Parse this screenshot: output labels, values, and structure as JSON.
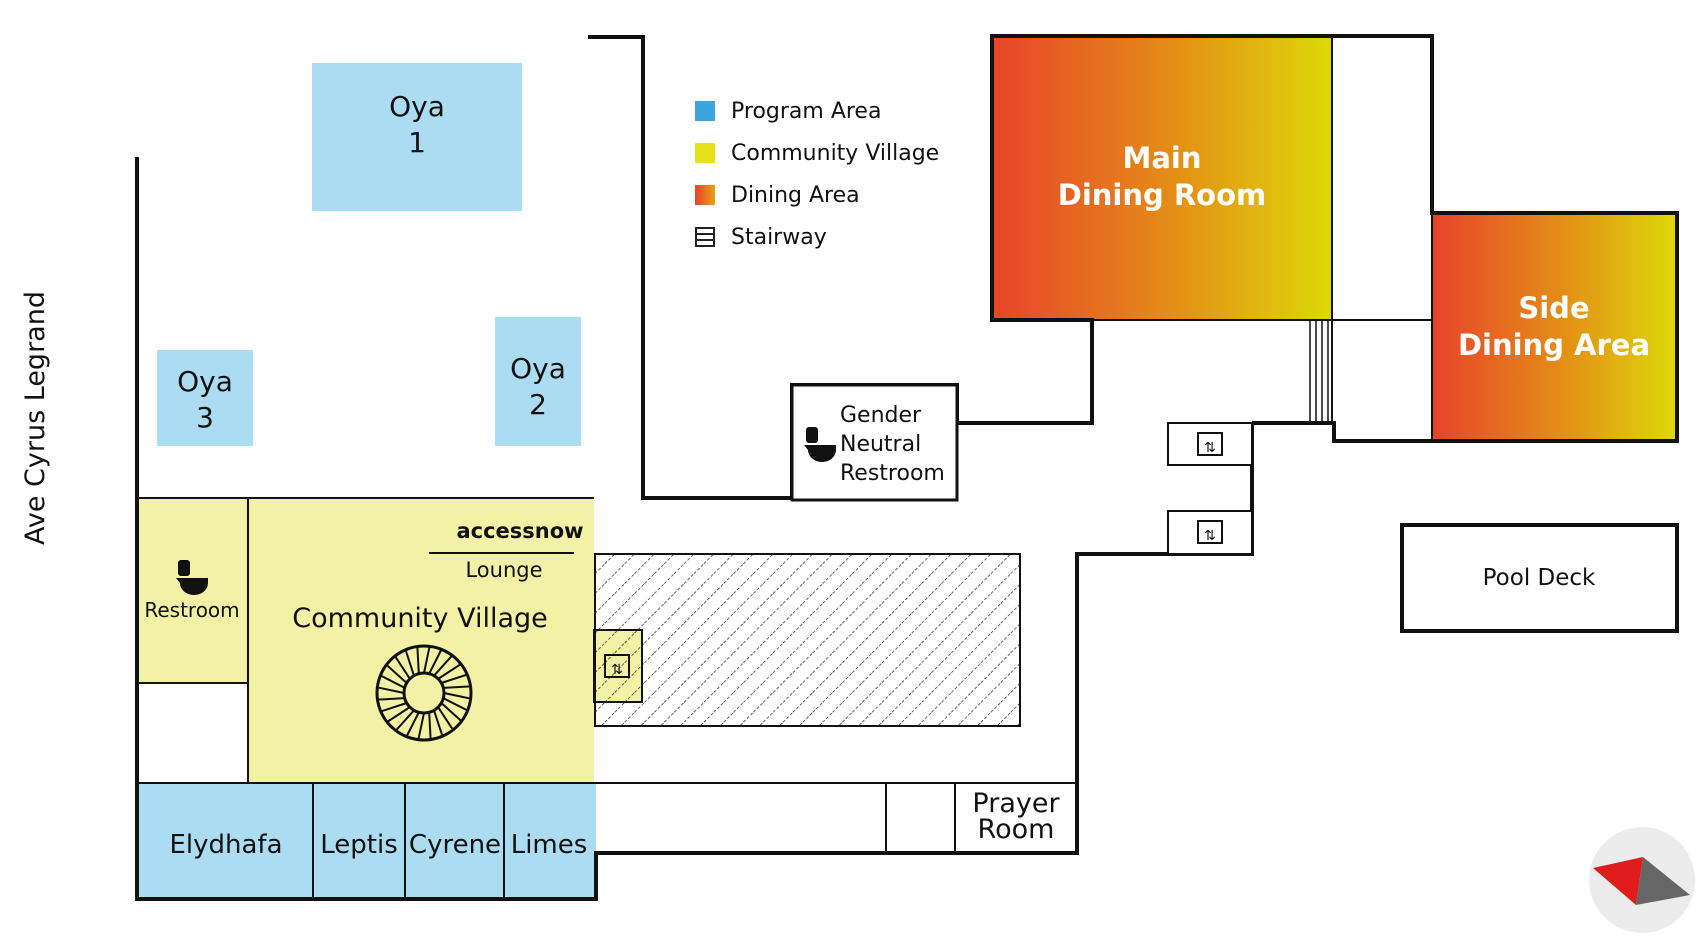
{
  "street_label": "Ave Cyrus Legrand",
  "legend": [
    {
      "label": "Program Area",
      "icon": "program-area-swatch",
      "color": "#3aa5de"
    },
    {
      "label": "Community Village",
      "icon": "community-village-swatch",
      "color": "#e6e21a"
    },
    {
      "label": "Dining Area",
      "icon": "dining-area-swatch",
      "color": "#e8432b"
    },
    {
      "label": "Stairway",
      "icon": "stairway-icon",
      "color": "#222222"
    }
  ],
  "rooms": {
    "oya1": [
      "Oya",
      "1"
    ],
    "oya2": [
      "Oya",
      "2"
    ],
    "oya3": [
      "Oya",
      "3"
    ],
    "main_dining": [
      "Main",
      "Dining Room"
    ],
    "side_dining": [
      "Side",
      "Dining Area"
    ],
    "gender_restroom": [
      "Gender",
      "Neutral",
      "Restroom"
    ],
    "restroom": "Restroom",
    "lounge_brand": "accessnow",
    "lounge": "Lounge",
    "community_village": "Community Village",
    "elydhafa": "Elydhafa",
    "leptis": "Leptis",
    "cyrene": "Cyrene",
    "limes": "Limes",
    "prayer_room": [
      "Prayer",
      "Room"
    ],
    "pool_deck": "Pool Deck"
  },
  "colors": {
    "program": "#acdcf1",
    "community": "#f3f1a5",
    "dining_start": "#e8432b",
    "dining_end": "#ddd90a",
    "wall": "#111111"
  }
}
